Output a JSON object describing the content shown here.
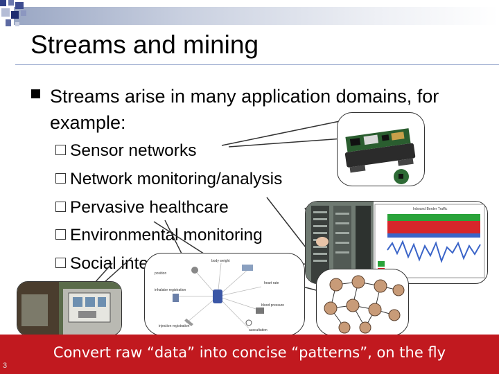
{
  "slide": {
    "title": "Streams and mining",
    "bullet": "Streams arise in many application domains, for example:",
    "sub_items": [
      "Sensor networks",
      "Network monitoring/analysis",
      "Pervasive healthcare",
      "Environmental monitoring",
      "Social interactions"
    ],
    "footer": "Convert raw “data” into concise “patterns”, on the fly",
    "page_number": "3"
  },
  "images": {
    "chart_title": "Inbound Border Traffic",
    "healthcare_labels": [
      "body weight",
      "position",
      "inhalator registration",
      "heart rate",
      "blood pressure",
      "injection registration",
      "auscultation"
    ]
  },
  "colors": {
    "footer_bg": "#c1191f",
    "rule": "#8da0c8",
    "accent": "#9aa7c4"
  }
}
